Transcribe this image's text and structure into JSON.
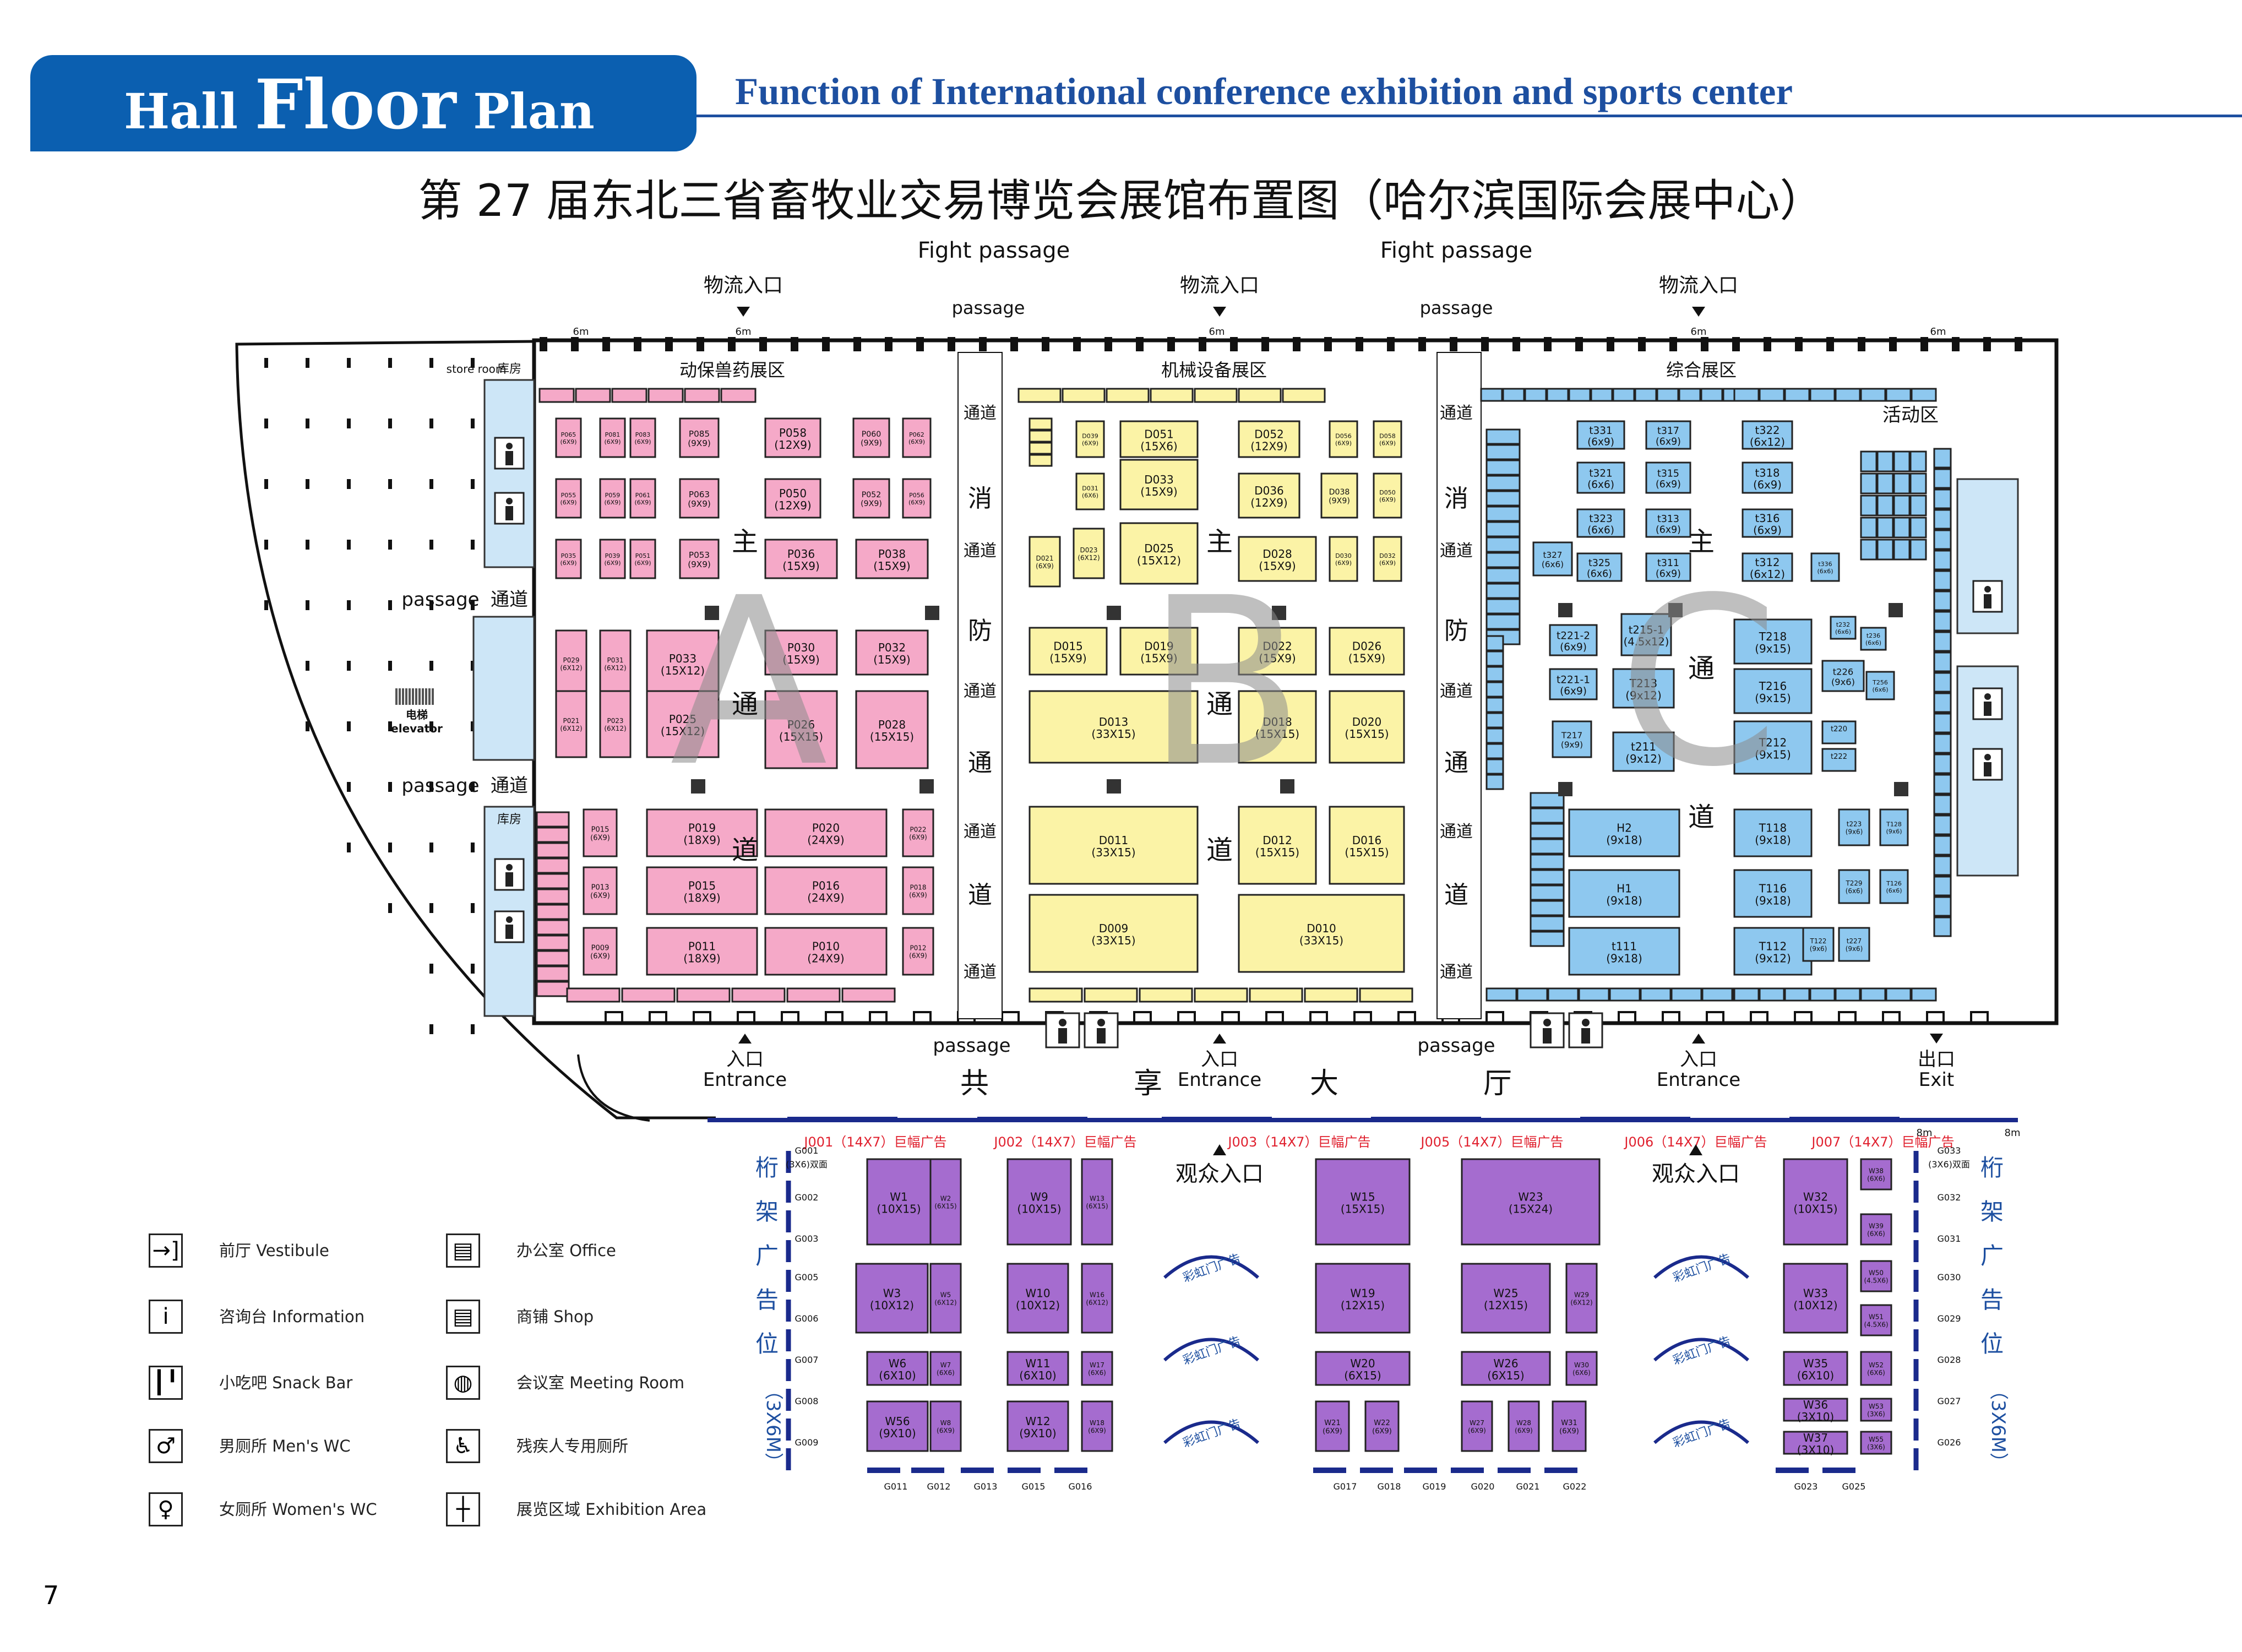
{
  "header": {
    "title_part1": "Hall",
    "title_part2": "Floor",
    "title_part3": "Plan",
    "subtitle": "Function of International conference exhibition and sports center",
    "cn_title": "第 27 届东北三省畜牧业交易博览会展馆布置图（哈尔滨国际会展中心）"
  },
  "top_labels": {
    "fight_passage": "Fight passage",
    "logistics_entry": "物流入口",
    "passage": "passage",
    "spacing_6m": "6m",
    "spacing_8m": "8m"
  },
  "zones": {
    "a_name": "动保兽药展区",
    "b_name": "机械设备展区",
    "c_name": "综合展区",
    "activity": "活动区",
    "letter_a": "A",
    "letter_b": "B",
    "letter_c": "C"
  },
  "vertical_words": {
    "main_channel": [
      "主",
      "通",
      "道"
    ],
    "fire_channel": [
      "消",
      "防",
      "通",
      "道"
    ],
    "shared_hall": [
      "共",
      "享",
      "大",
      "厅"
    ],
    "truss_ad": [
      "桁",
      "架",
      "广",
      "告",
      "位"
    ],
    "truss_size": "（3X6M）"
  },
  "left_area": {
    "store_room": "store room",
    "warehouse": "库房",
    "passage": "passage",
    "tongdao": "通道",
    "elevator_cn": "电梯",
    "elevator_en": "elevator"
  },
  "entrances": {
    "entry_cn": "入口",
    "entry_en": "Entrance",
    "exit_cn": "出口",
    "exit_en": "Exit",
    "audience_entry": "观众入口",
    "rainbow_ad": "彩虹门广告"
  },
  "booths_a": [
    [
      "P065",
      "(6X9)"
    ],
    [
      "P081",
      "(6X9)"
    ],
    [
      "P083",
      "(6X9)"
    ],
    [
      "P085",
      "(9X9)"
    ],
    [
      "P058",
      "(12X9)"
    ],
    [
      "P060",
      "(9X9)"
    ],
    [
      "P062",
      "(6X9)"
    ],
    [
      "P055",
      "(6X9)"
    ],
    [
      "P059",
      "(6X9)"
    ],
    [
      "P061",
      "(6X9)"
    ],
    [
      "P063",
      "(9X9)"
    ],
    [
      "P050",
      "(12X9)"
    ],
    [
      "P052",
      "(9X9)"
    ],
    [
      "P056",
      "(6X9)"
    ],
    [
      "P035",
      "(6X9)"
    ],
    [
      "P039",
      "(6X9)"
    ],
    [
      "P051",
      "(6X9)"
    ],
    [
      "P053",
      "(9X9)"
    ],
    [
      "P036",
      "(15X9)"
    ],
    [
      "P038",
      "(15X9)"
    ],
    [
      "P029",
      "(6X12)"
    ],
    [
      "P031",
      "(6X12)"
    ],
    [
      "P033",
      "(15X12)"
    ],
    [
      "P030",
      "(15X9)"
    ],
    [
      "P032",
      "(15X9)"
    ],
    [
      "P021",
      "(6X12)"
    ],
    [
      "P023",
      "(6X12)"
    ],
    [
      "P025",
      "(15X12)"
    ],
    [
      "P026",
      "(15X15)"
    ],
    [
      "P028",
      "(15X15)"
    ],
    [
      "P015",
      "(6X9)"
    ],
    [
      "P019",
      "(18X9)"
    ],
    [
      "P020",
      "(24X9)"
    ],
    [
      "P022",
      "(6X9)"
    ],
    [
      "P013",
      "(6X9)"
    ],
    [
      "P015",
      "(18X9)"
    ],
    [
      "P016",
      "(24X9)"
    ],
    [
      "P018",
      "(6X9)"
    ],
    [
      "P009",
      "(6X9)"
    ],
    [
      "P011",
      "(18X9)"
    ],
    [
      "P010",
      "(24X9)"
    ],
    [
      "P012",
      "(6X9)"
    ]
  ],
  "booths_b": [
    [
      "D039",
      "(6X9)"
    ],
    [
      "D051",
      "(15X6)"
    ],
    [
      "D052",
      "(12X9)"
    ],
    [
      "D056",
      "(6X9)"
    ],
    [
      "D058",
      "(6X9)"
    ],
    [
      "D031",
      "(6X6)"
    ],
    [
      "D033",
      "(15X9)"
    ],
    [
      "D036",
      "(12X9)"
    ],
    [
      "D038",
      "(9X9)"
    ],
    [
      "D050",
      "(6X9)"
    ],
    [
      "D021",
      "(6X9)"
    ],
    [
      "D023",
      "(6X12)"
    ],
    [
      "D025",
      "(15X12)"
    ],
    [
      "D028",
      "(15X9)"
    ],
    [
      "D030",
      "(6X9)"
    ],
    [
      "D032",
      "(6X9)"
    ],
    [
      "D015",
      "(15X9)"
    ],
    [
      "D019",
      "(15X9)"
    ],
    [
      "D022",
      "(15X9)"
    ],
    [
      "D026",
      "(15X9)"
    ],
    [
      "D013",
      "(33X15)"
    ],
    [
      "D018",
      "(15X15)"
    ],
    [
      "D020",
      "(15X15)"
    ],
    [
      "D011",
      "(33X15)"
    ],
    [
      "D012",
      "(15X15)"
    ],
    [
      "D016",
      "(15X15)"
    ],
    [
      "D009",
      "(33X15)"
    ],
    [
      "D010",
      "(33X15)"
    ]
  ],
  "booths_c": [
    [
      "t331",
      "(6x9)"
    ],
    [
      "t317",
      "(6x9)"
    ],
    [
      "t322",
      "(6x12)"
    ],
    [
      "t321",
      "(6x6)"
    ],
    [
      "t315",
      "(6x9)"
    ],
    [
      "t318",
      "(6x9)"
    ],
    [
      "t323",
      "(6x6)"
    ],
    [
      "t313",
      "(6x9)"
    ],
    [
      "t316",
      "(6x9)"
    ],
    [
      "t327",
      "(6x6)"
    ],
    [
      "t325",
      "(6x6)"
    ],
    [
      "t311",
      "(6x9)"
    ],
    [
      "t312",
      "(6x12)"
    ],
    [
      "t336",
      "(6x6)"
    ],
    [
      "t221-2",
      "(6x9)"
    ],
    [
      "t215-1",
      "(4.5x12)"
    ],
    [
      "T218",
      "(9x15)"
    ],
    [
      "t232",
      "(6x6)"
    ],
    [
      "t236",
      "(6x6)"
    ],
    [
      "t221-1",
      "(6x9)"
    ],
    [
      "T213",
      "(9x12)"
    ],
    [
      "T216",
      "(9x15)"
    ],
    [
      "t226",
      "(9x6)"
    ],
    [
      "T256",
      "(6x6)"
    ],
    [
      "T217",
      "(9x9)"
    ],
    [
      "t211",
      "(9x12)"
    ],
    [
      "T212",
      "(9x15)"
    ],
    [
      "t220",
      ""
    ],
    [
      "t222",
      ""
    ],
    [
      "H2",
      "(9x18)"
    ],
    [
      "T118",
      "(9x18)"
    ],
    [
      "t223",
      "(9x6)"
    ],
    [
      "T128",
      "(9x6)"
    ],
    [
      "H1",
      "(9x18)"
    ],
    [
      "T116",
      "(9x18)"
    ],
    [
      "T229",
      "(6x6)"
    ],
    [
      "T126",
      "(6x6)"
    ],
    [
      "t111",
      "(9x18)"
    ],
    [
      "T112",
      "(9x12)"
    ],
    [
      "T122",
      "(9x6)"
    ],
    [
      "t227",
      "(9x6)"
    ]
  ],
  "booths_w": [
    [
      "W1",
      "(10X15)"
    ],
    [
      "W2",
      "(6X15)"
    ],
    [
      "W9",
      "(10X15)"
    ],
    [
      "W13",
      "(6X15)"
    ],
    [
      "W15",
      "(15X15)"
    ],
    [
      "W23",
      "(15X24)"
    ],
    [
      "W32",
      "(10X15)"
    ],
    [
      "W38",
      "(6X6)"
    ],
    [
      "W3",
      "(10X12)"
    ],
    [
      "W5",
      "(6X12)"
    ],
    [
      "W10",
      "(10X12)"
    ],
    [
      "W16",
      "(6X12)"
    ],
    [
      "W19",
      "(12X15)"
    ],
    [
      "W25",
      "(12X15)"
    ],
    [
      "W29",
      "(6X12)"
    ],
    [
      "W33",
      "(10X12)"
    ],
    [
      "W39",
      "(6X6)"
    ],
    [
      "W6",
      "(6X10)"
    ],
    [
      "W7",
      "(6X6)"
    ],
    [
      "W11",
      "(6X10)"
    ],
    [
      "W17",
      "(6X6)"
    ],
    [
      "W20",
      "(6X15)"
    ],
    [
      "W26",
      "(6X15)"
    ],
    [
      "W30",
      "(6X6)"
    ],
    [
      "W35",
      "(6X10)"
    ],
    [
      "W50",
      "(4.5X6)"
    ],
    [
      "W51",
      "(4.5X6)"
    ],
    [
      "W56",
      "(9X10)"
    ],
    [
      "W8",
      "(6X9)"
    ],
    [
      "W12",
      "(9X10)"
    ],
    [
      "W18",
      "(6X9)"
    ],
    [
      "W21",
      "(6X9)"
    ],
    [
      "W22",
      "(6X9)"
    ],
    [
      "W27",
      "(6X9)"
    ],
    [
      "W28",
      "(6X9)"
    ],
    [
      "W31",
      "(6X9)"
    ],
    [
      "W36",
      "(3X10)"
    ],
    [
      "W37",
      "(3X10)"
    ],
    [
      "W52",
      "(6X6)"
    ],
    [
      "W53",
      "(3X6)"
    ],
    [
      "W55",
      "(3X6)"
    ]
  ],
  "banners": [
    "J001（14X7）巨幅广告",
    "J002（14X7）巨幅广告",
    "J003（14X7）巨幅广告",
    "J005（14X7）巨幅广告",
    "J006（14X7）巨幅广告",
    "J007（14X7）巨幅广告"
  ],
  "g_left": [
    "G001",
    "(3X6)双面",
    "G002",
    "G003",
    "G005",
    "G006",
    "G007",
    "G008",
    "G009"
  ],
  "g_right": [
    "G033",
    "(3X6)双面",
    "G032",
    "G031",
    "G030",
    "G029",
    "G028",
    "G027",
    "G026"
  ],
  "g_bottom": [
    "G011",
    "G012",
    "G013",
    "G015",
    "G016",
    "G017",
    "G018",
    "G019",
    "G020",
    "G021",
    "G022",
    "G023",
    "G025"
  ],
  "legend": [
    {
      "icon": "vestibule-icon",
      "glyph": "→]",
      "cn": "前厅",
      "en": "Vestibule"
    },
    {
      "icon": "information-icon",
      "glyph": "i",
      "cn": "咨询台",
      "en": "Information"
    },
    {
      "icon": "snack-bar-icon",
      "glyph": "┃╹",
      "cn": "小吃吧",
      "en": "Snack Bar"
    },
    {
      "icon": "mens-wc-icon",
      "glyph": "♂",
      "cn": "男厕所",
      "en": "Men's WC"
    },
    {
      "icon": "womens-wc-icon",
      "glyph": "♀",
      "cn": "女厕所",
      "en": "Women's WC"
    },
    {
      "icon": "office-icon",
      "glyph": "▤",
      "cn": "办公室",
      "en": "Office"
    },
    {
      "icon": "shop-icon",
      "glyph": "▤",
      "cn": "商铺",
      "en": "Shop"
    },
    {
      "icon": "meeting-room-icon",
      "glyph": "◍",
      "cn": "会议室",
      "en": "Meeting Room"
    },
    {
      "icon": "accessible-wc-icon",
      "glyph": "♿",
      "cn": "残疾人专用厕所",
      "en": ""
    },
    {
      "icon": "exhibition-area-icon",
      "glyph": "┼",
      "cn": "展览区域",
      "en": "Exhibition Area"
    }
  ],
  "page_number": "7",
  "colors": {
    "brand_blue": "#0b5fb0",
    "title_blue": "#1d4fa0",
    "zone_a": "#f5a9c8",
    "zone_b": "#fbf3a6",
    "zone_c": "#8ec8ef",
    "zone_w": "#a56ccf",
    "light_blue": "#cde6f7",
    "banner_red": "#e0202e"
  }
}
